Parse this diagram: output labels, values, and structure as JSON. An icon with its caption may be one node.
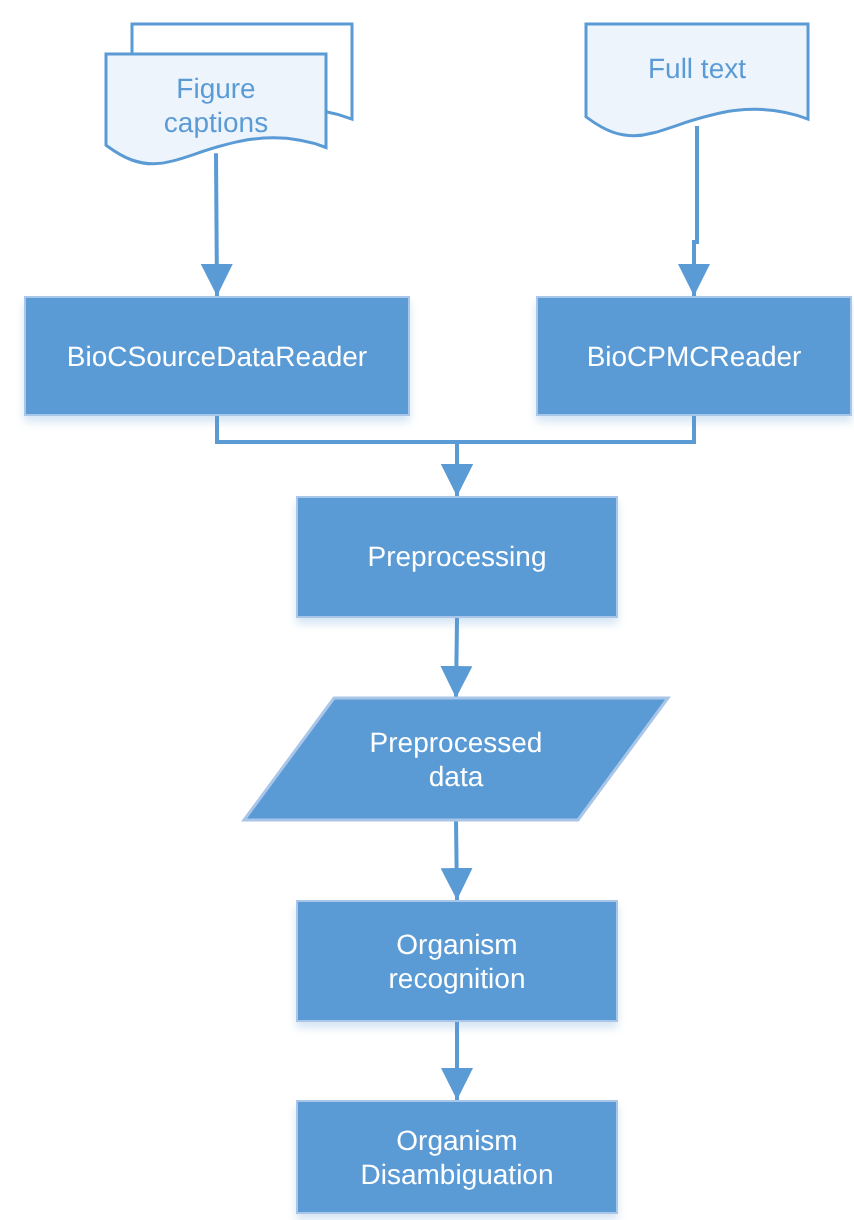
{
  "diagram": {
    "nodes": [
      {
        "text": [
          "Figure captions"
        ]
      },
      {
        "text": [
          "Full text"
        ]
      },
      {
        "text": [
          "BioCSourceDataReader"
        ]
      },
      {
        "text": [
          "BioCPMCReader"
        ]
      },
      {
        "text": [
          "Preprocessing"
        ]
      },
      {
        "text": [
          "Preprocessed data"
        ]
      },
      {
        "text": [
          "Organism recognition"
        ]
      },
      {
        "text": [
          "Organism Disambiguation"
        ]
      }
    ],
    "edges": [
      {
        "from": 0,
        "to": 2,
        "arrow": "to"
      },
      {
        "from": 1,
        "to": 3,
        "arrow": "to"
      },
      {
        "from": 2,
        "to": 4,
        "arrow": "to"
      },
      {
        "from": 3,
        "to": 4,
        "arrow": "to"
      },
      {
        "from": 4,
        "to": 5,
        "arrow": "to"
      },
      {
        "from": 5,
        "to": 6,
        "arrow": "to"
      },
      {
        "from": 6,
        "to": 7,
        "arrow": "to"
      }
    ]
  }
}
